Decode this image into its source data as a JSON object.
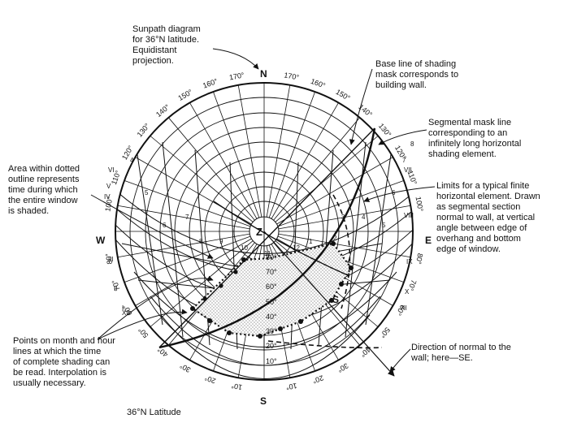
{
  "annotations": {
    "sunpath_title": "Sunpath diagram\nfor 36°N latitude.\nEquidistant\nprojection.",
    "base_line": "Base line of shading\nmask corresponds to\nbuilding wall.",
    "segmental_mask": "Segmental mask line\ncorresponding to an\ninfinitely long horizontal\nshading element.",
    "dotted_area": "Area within dotted\noutline represents\ntime during which\nthe entire window\nis shaded.",
    "limits": "Limits for a typical finite\nhorizontal element. Drawn\nas segmental section\nnormal to wall, at vertical\nangle between edge of\noverhang and bottom\nedge of window.",
    "points": "Points on month and hour\nlines at which the time\nof complete shading can\nbe read. Interpolation is\nusually necessary.",
    "direction": "Direction of normal to the\nwall; here—SE.",
    "latitude": "36°N Latitude"
  },
  "compass": {
    "north": "N",
    "south": "S",
    "east": "E",
    "west": "W",
    "zenith": "Z",
    "normal": "S"
  },
  "azimuth_labels": {
    "left_top": [
      "170°",
      "160°",
      "150°",
      "140°",
      "130°",
      "120°",
      "110°",
      "100°"
    ],
    "right_top": [
      "170°",
      "160°",
      "150°",
      "140°",
      "130°",
      "120°",
      "110°",
      "100°"
    ],
    "left_bottom": [
      "80°",
      "70°",
      "60°",
      "50°",
      "40°",
      "30°",
      "20°",
      "10°"
    ],
    "right_bottom": [
      "80°",
      "70°",
      "60°",
      "50°",
      "40°",
      "30°",
      "20°",
      "10°"
    ]
  },
  "altitude_labels": [
    "80°",
    "70°",
    "60°",
    "50°",
    "40°",
    "30°",
    "20°",
    "10°"
  ],
  "month_labels": [
    "I",
    "II",
    "III",
    "IV",
    "V",
    "VI",
    "VII",
    "VIII",
    "IX",
    "X",
    "XI",
    "XII"
  ],
  "hour_labels": [
    "4",
    "5",
    "6",
    "7",
    "8",
    "9",
    "10",
    "11",
    "12",
    "1",
    "2",
    "3",
    "4",
    "5",
    "6",
    "7",
    "8"
  ],
  "colors": {
    "ink": "#111111",
    "paper": "#ffffff",
    "shade_dot": "#777777"
  }
}
